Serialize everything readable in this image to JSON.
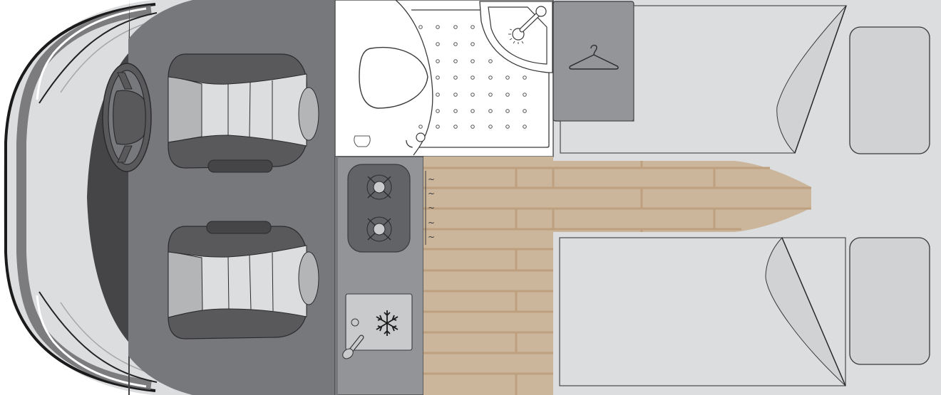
{
  "diagram": {
    "type": "campervan-floor-plan",
    "orientation": "cab-left, rear-right",
    "zones": [
      {
        "id": "cab",
        "label": "Cab",
        "items": [
          "windscreen",
          "steering-wheel",
          "driver-seat",
          "passenger-seat"
        ]
      },
      {
        "id": "washroom",
        "label": "Washroom",
        "items": [
          "toilet",
          "shower-tray",
          "corner-basin",
          "tap"
        ]
      },
      {
        "id": "wardrobe",
        "label": "Wardrobe",
        "items": [
          "clothes-hanger"
        ]
      },
      {
        "id": "kitchen",
        "label": "Kitchen",
        "items": [
          "two-burner-hob",
          "fridge",
          "sink-tap"
        ]
      },
      {
        "id": "floor",
        "label": "Wood floor"
      },
      {
        "id": "rear-beds",
        "label": "Twin single beds",
        "items": [
          "bed-left",
          "bed-right",
          "pillow-left",
          "pillow-right"
        ]
      },
      {
        "id": "door",
        "label": "Washroom door"
      }
    ],
    "symbols": {
      "hob_burners": 2,
      "heat_marks": [
        "~",
        "~",
        "~",
        "~",
        "~"
      ],
      "fridge_icon": "❄",
      "shower_drain_dots_rows": 7,
      "shower_drain_dots_cols": 6
    }
  },
  "colors": {
    "background": "#ffffff",
    "cab_floor": "#77787c",
    "cab_dark": "#454547",
    "body_light": "#dcdddf",
    "washroom": "#ffffff",
    "kitchen_counter": "#939497",
    "hob": "#626366",
    "fridge": "#c9cacc",
    "wardrobe": "#949598",
    "wood_floor": "#cbb69c",
    "wood_seam": "#bea07e",
    "bed_area": "#dcdddf",
    "pillow": "#d1d2d4",
    "seat_dark": "#59595b",
    "seat_light": "#dcdddf",
    "seat_mid": "#b4b5b7",
    "line": "#3a3a3c"
  }
}
